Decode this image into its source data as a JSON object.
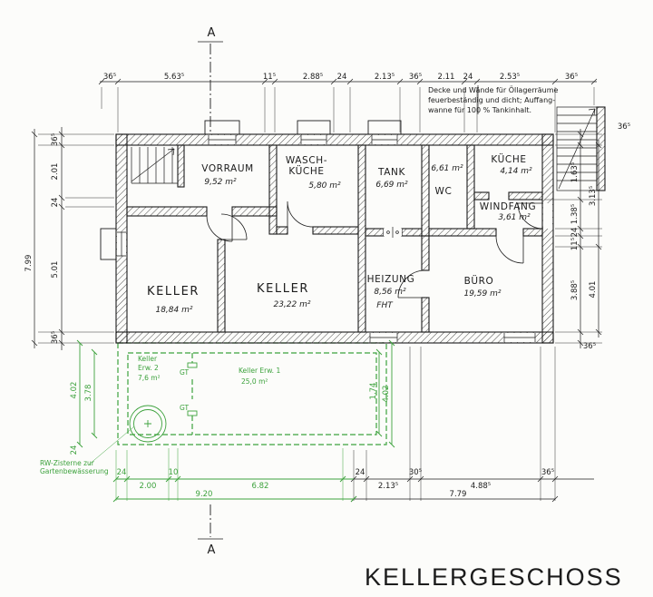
{
  "title": "KELLERGESCHOSS",
  "theme": {
    "ink": "#1c1c1c",
    "green": "#3da23d",
    "paper": "#fcfcfa"
  },
  "section": {
    "top": "A",
    "bottom": "A"
  },
  "note": {
    "line1": "Decke und Wände für Öllagerräume",
    "line2": "feuerbeständig und dicht; Auffang-",
    "line3": "wanne für 100 % Tankinhalt."
  },
  "rooms": {
    "vorraum": {
      "name": "VORRAUM",
      "area": "9,52 m²"
    },
    "wasch": {
      "name1": "WASCH-",
      "name2": "KÜCHE",
      "area": "5,80 m²"
    },
    "tank": {
      "name": "TANK",
      "area": "6,69 m²"
    },
    "wc": {
      "name": "WC",
      "area": "6,61 m²"
    },
    "kueche": {
      "name": "KÜCHE",
      "area": "4,14 m²"
    },
    "windfang": {
      "name": "WINDFANG",
      "area": "3,61 m²"
    },
    "keller1": {
      "name": "KELLER",
      "area": "18,84 m²"
    },
    "keller2": {
      "name": "KELLER",
      "area": "23,22 m²"
    },
    "heizung": {
      "name": "HEIZUNG",
      "area": "8,56 m²",
      "extra": "FHT"
    },
    "buero": {
      "name": "BÜRO",
      "area": "19,59 m²"
    }
  },
  "extension": {
    "room2_line1": "Keller",
    "room2_line2": "Erw. 2",
    "room2_area": "7,6 m²",
    "room1_name": "Keller Erw. 1",
    "room1_area": "25,0 m²",
    "gt1": "GT",
    "gt2": "GT",
    "note_line1": "RW-Zisterne zur",
    "note_line2": "Gartenbewässerung"
  },
  "dims": {
    "top": [
      "36⁵",
      "5.63⁵",
      "11⁵",
      "2.88⁵",
      "24",
      "2.13⁵",
      "36⁵",
      "2.11",
      "24",
      "2.53⁵",
      "36⁵"
    ],
    "left": [
      "36⁵",
      "2.01",
      "24",
      "5.01",
      "36⁵"
    ],
    "left_total": "7.99",
    "right_inner": [
      "1.63⁵",
      "1.38⁵",
      "24",
      "11⁵",
      "3.88⁵"
    ],
    "right_outer": [
      "3.13⁵",
      "4.01"
    ],
    "right_top": "36⁵",
    "right_bottom": "36⁵",
    "bottom_green": [
      "24",
      "2.00",
      "10",
      "6.82"
    ],
    "bottom_green_total": "9.20",
    "bottom_black": [
      "24",
      "2.13⁵",
      "30⁵",
      "4.88⁵",
      "36⁵"
    ],
    "bottom_black_total": "7.79",
    "green_left": [
      "4.02",
      "3.78",
      "24"
    ],
    "green_right": [
      "1.74",
      "4.02"
    ]
  }
}
